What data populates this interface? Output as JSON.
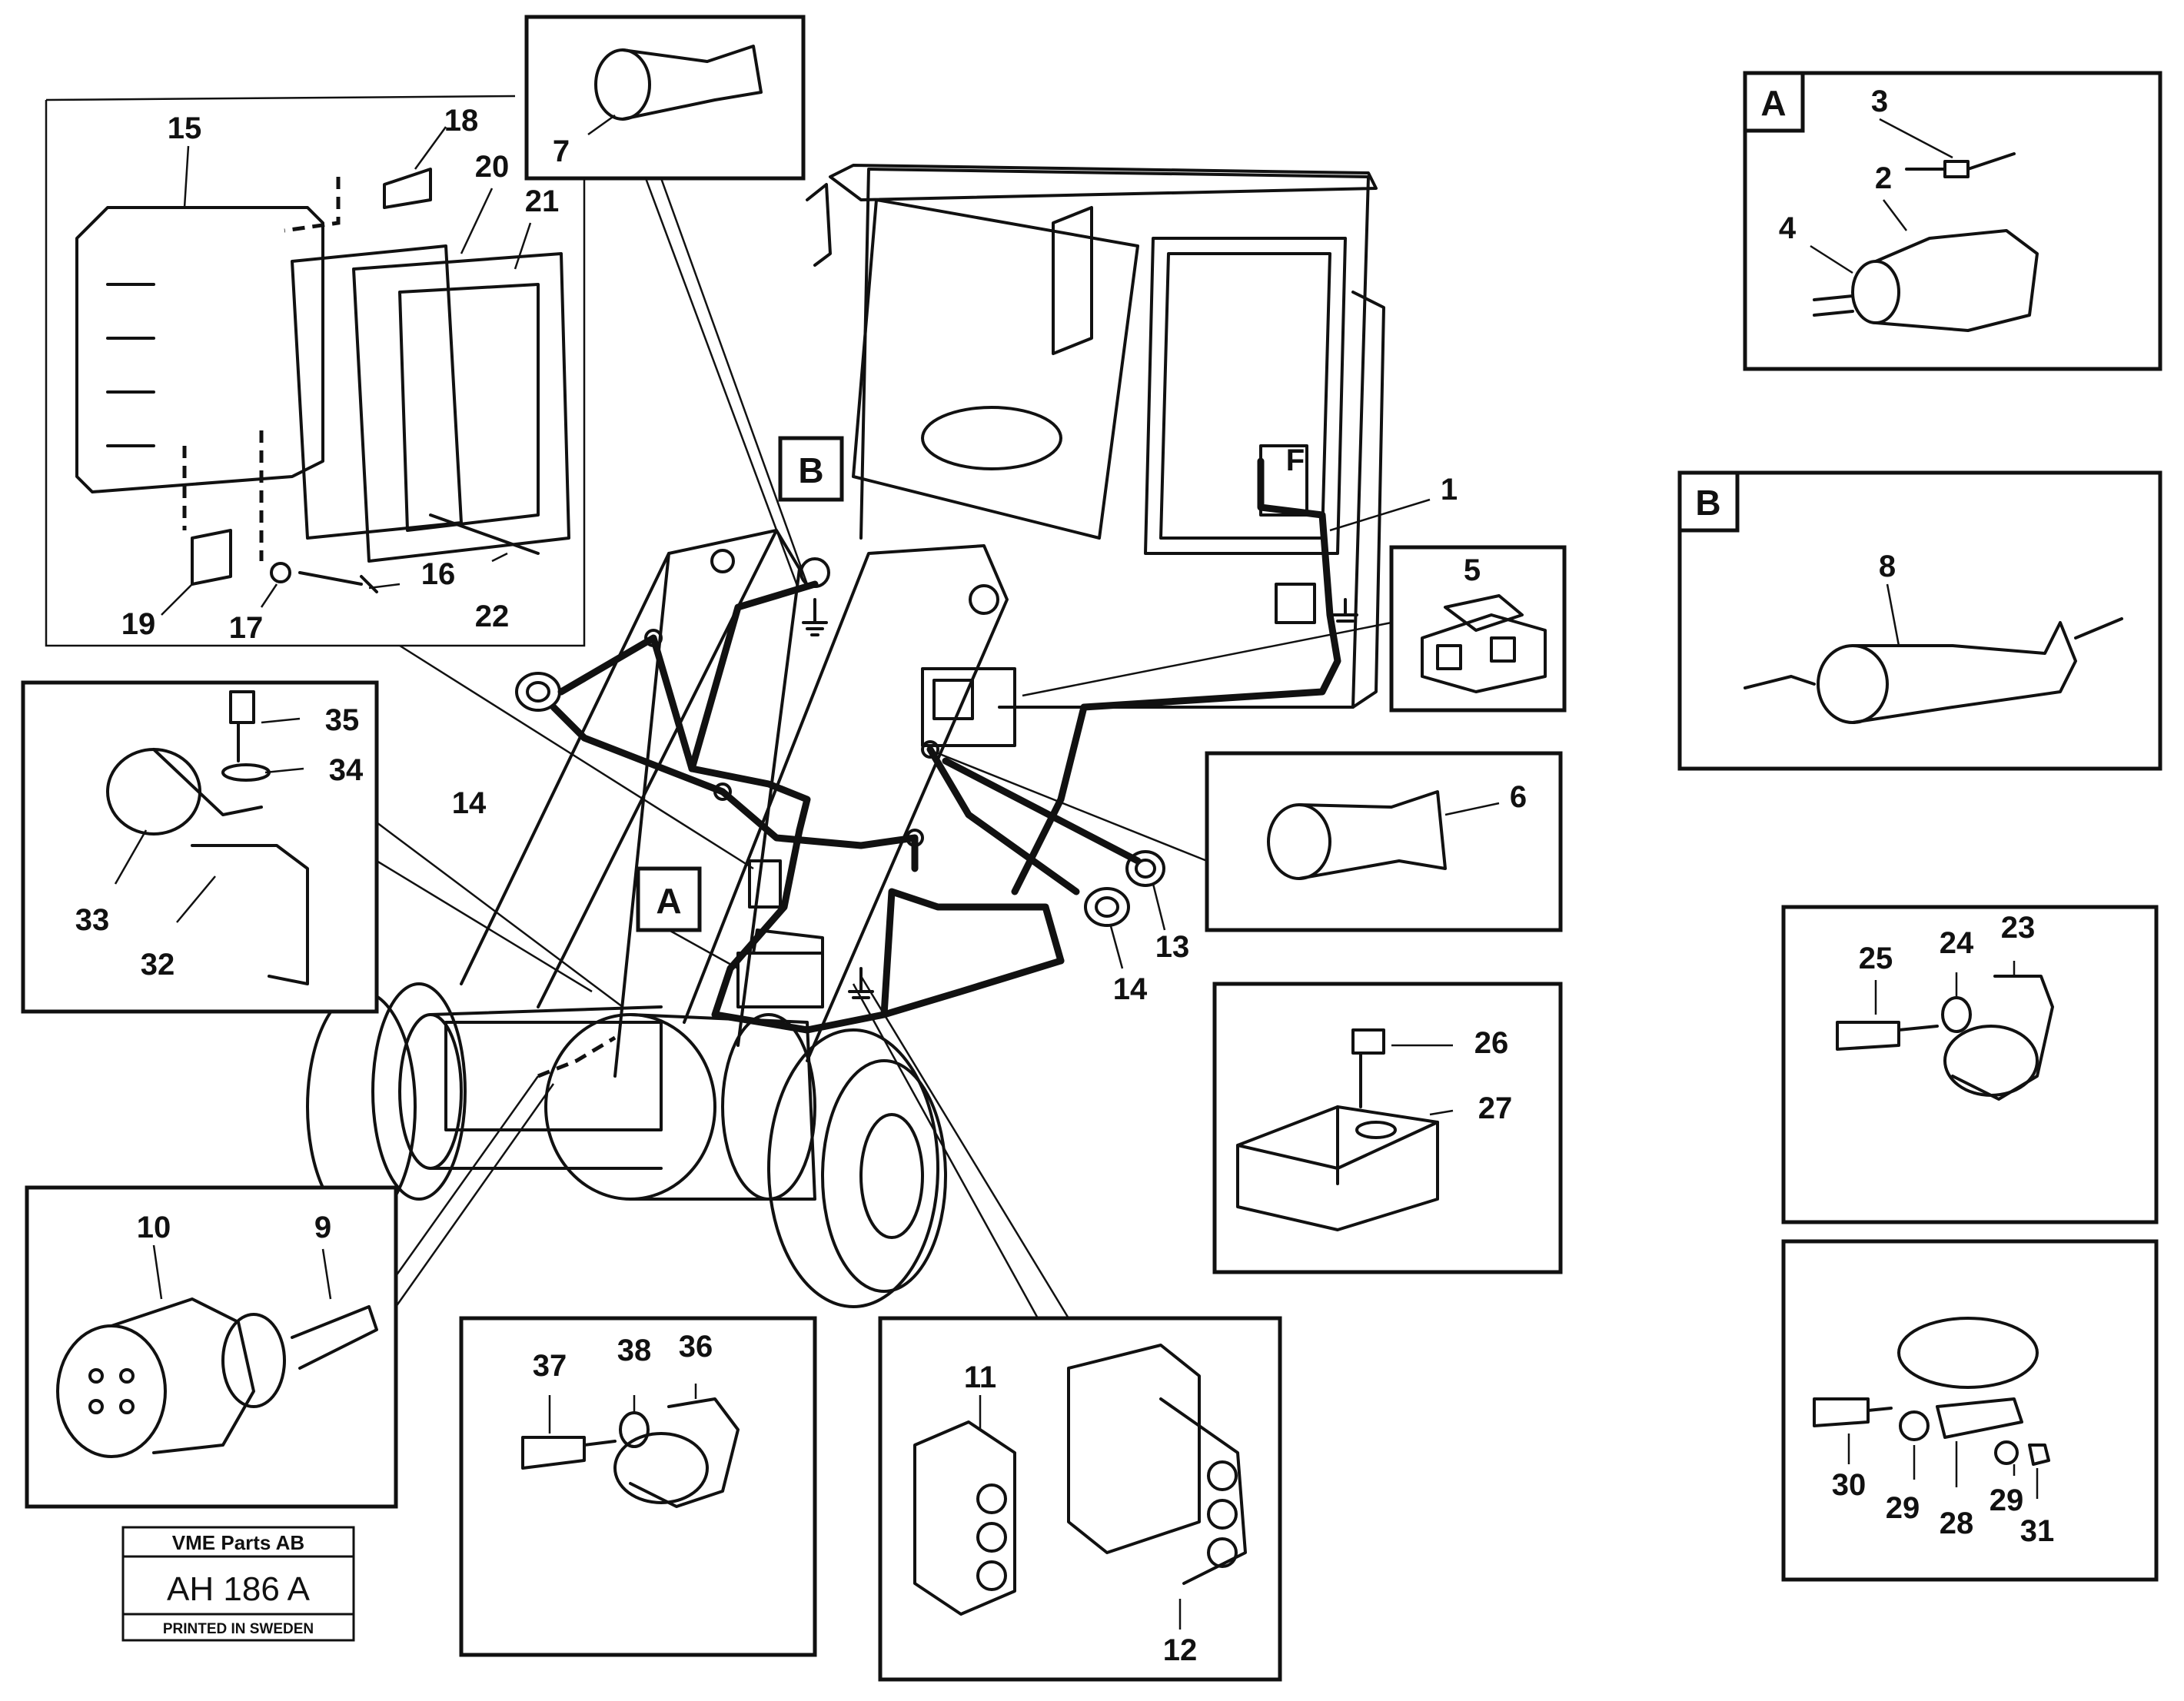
{
  "callouts": {
    "a_detail": "A",
    "b_detail": "B",
    "a_main": "A",
    "b_main": "B"
  },
  "parts": {
    "p1": "1",
    "p2": "2",
    "p3": "3",
    "p4": "4",
    "p5": "5",
    "p6": "6",
    "p7": "7",
    "p8": "8",
    "p9": "9",
    "p10": "10",
    "p11": "11",
    "p12": "12",
    "p13": "13",
    "p14a": "14",
    "p14b": "14",
    "p15": "15",
    "p16": "16",
    "p17": "17",
    "p18": "18",
    "p19": "19",
    "p20": "20",
    "p21": "21",
    "p22": "22",
    "p23": "23",
    "p24": "24",
    "p25": "25",
    "p26": "26",
    "p27": "27",
    "p28": "28",
    "p29a": "29",
    "p29b": "29",
    "p30": "30",
    "p31": "31",
    "p32": "32",
    "p33": "33",
    "p34": "34",
    "p35": "35",
    "p36": "36",
    "p37": "37",
    "p38": "38"
  },
  "cab_fuse_letter": "F",
  "stamp": {
    "brand": "VME Parts AB",
    "code": "AH 186  A",
    "footer": "PRINTED IN SWEDEN"
  }
}
